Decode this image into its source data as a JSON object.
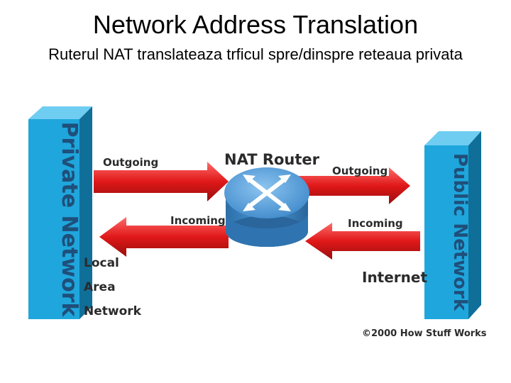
{
  "slide": {
    "title": "Network Address Translation",
    "subtitle": "Ruterul NAT translateaza trficul spre/dinspre reteaua privata"
  },
  "diagram": {
    "private_network_label": "Private Network",
    "public_network_label": "Public Network",
    "router_label": "NAT Router",
    "left_outgoing": "Outgoing",
    "left_incoming": "Incoming",
    "right_outgoing": "Outgoing",
    "right_incoming": "Incoming",
    "lan_line1": "Local",
    "lan_line2": "Area",
    "lan_line3": "Network",
    "internet_label": "Internet",
    "copyright": "©2000 How Stuff Works"
  },
  "colors": {
    "block_front": "#1fa6dc",
    "block_side": "#0f6f99",
    "block_top": "#6fcdf2",
    "arrow_red": "#e02020",
    "router": "#3f8fd2"
  }
}
